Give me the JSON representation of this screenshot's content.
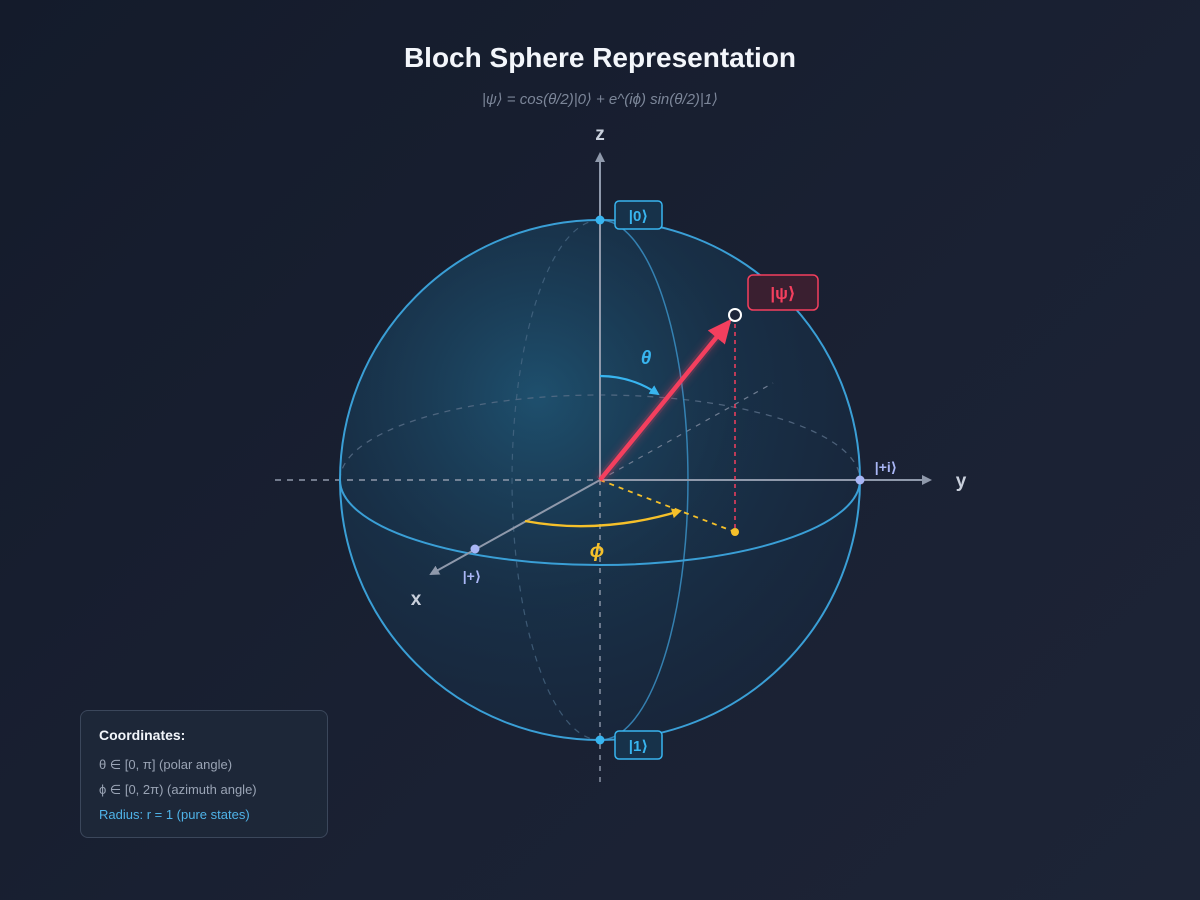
{
  "title": "Bloch Sphere Representation",
  "subtitle": "|ψ⟩ = cos(θ/2)|0⟩ + e^(iϕ) sin(θ/2)|1⟩",
  "axes": {
    "z": "z",
    "y": "y",
    "x": "x"
  },
  "states": {
    "ket0": "|0⟩",
    "ket1": "|1⟩",
    "psi": "|ψ⟩",
    "plus_i": "|+i⟩",
    "plus": "|+⟩"
  },
  "angles": {
    "theta": "θ",
    "phi": "ϕ"
  },
  "info": {
    "heading": "Coordinates:",
    "theta_range": "θ ∈ [0, π] (polar angle)",
    "phi_range": "ϕ ∈ [0, 2π) (azimuth angle)",
    "radius": "Radius: r = 1 (pure states)"
  },
  "colors": {
    "sphere": "#3a9fd6",
    "state_vector": "#f43f5e",
    "phi_arc": "#f5c02a",
    "theta_arc": "#38b5f0",
    "axis": "#8f99ab",
    "basis_state": "#a9b6f5"
  }
}
